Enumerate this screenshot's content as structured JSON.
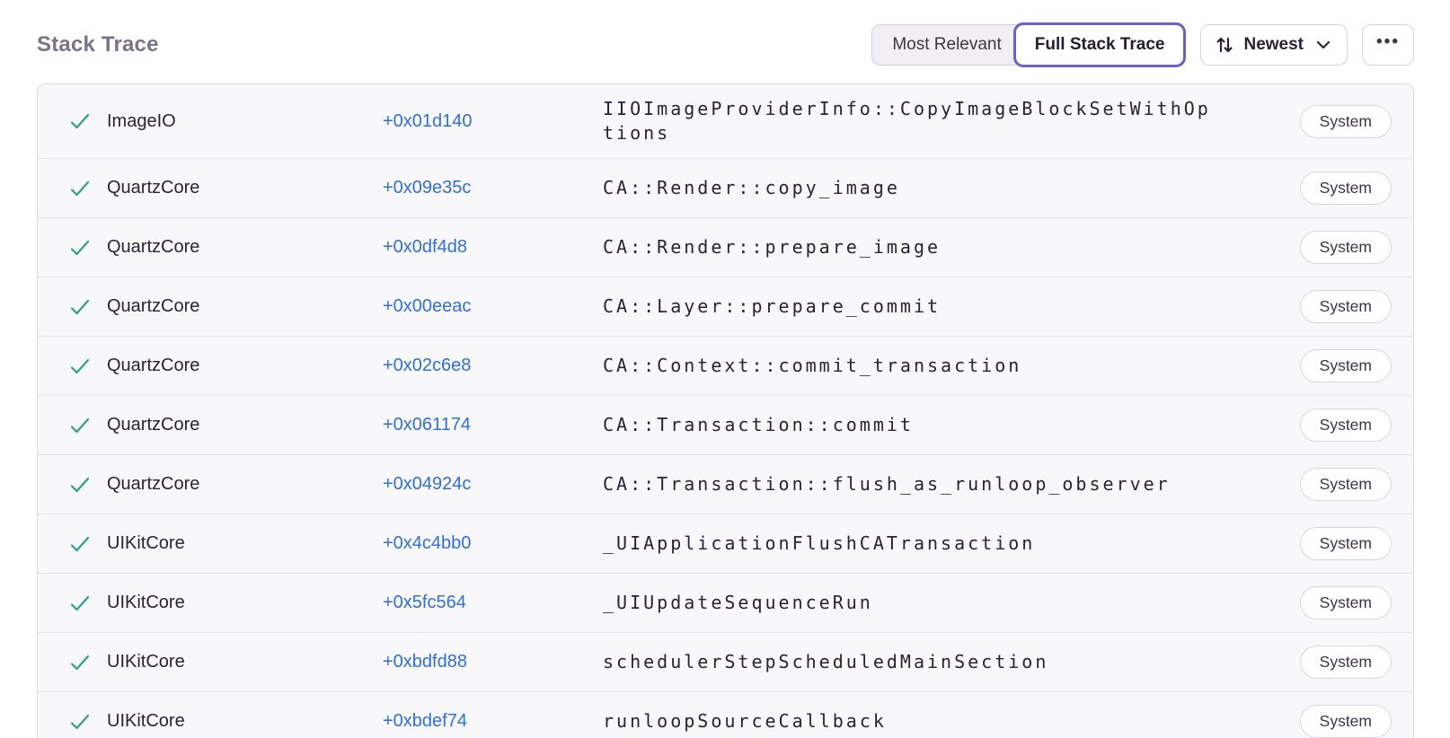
{
  "header": {
    "title": "Stack Trace",
    "view_toggle": {
      "most_relevant_label": "Most Relevant",
      "full_stack_trace_label": "Full Stack Trace",
      "selected": "Full Stack Trace"
    },
    "sort": {
      "label": "Newest"
    },
    "more_label": "•••"
  },
  "colors": {
    "accent_purple": "#6c5fc7",
    "link_blue": "#2f6fe0",
    "check_green": "#2ba185",
    "title_gray": "#7a7287",
    "row_bg": "#f8f7f9"
  },
  "stack_trace": {
    "badge_label": "System",
    "rows": [
      {
        "module": "ImageIO",
        "address": "+0x01d140",
        "function": "IIOImageProviderInfo::CopyImageBlockSetWithOptions",
        "badge": "System"
      },
      {
        "module": "QuartzCore",
        "address": "+0x09e35c",
        "function": "CA::Render::copy_image",
        "badge": "System"
      },
      {
        "module": "QuartzCore",
        "address": "+0x0df4d8",
        "function": "CA::Render::prepare_image",
        "badge": "System"
      },
      {
        "module": "QuartzCore",
        "address": "+0x00eeac",
        "function": "CA::Layer::prepare_commit",
        "badge": "System"
      },
      {
        "module": "QuartzCore",
        "address": "+0x02c6e8",
        "function": "CA::Context::commit_transaction",
        "badge": "System"
      },
      {
        "module": "QuartzCore",
        "address": "+0x061174",
        "function": "CA::Transaction::commit",
        "badge": "System"
      },
      {
        "module": "QuartzCore",
        "address": "+0x04924c",
        "function": "CA::Transaction::flush_as_runloop_observer",
        "badge": "System"
      },
      {
        "module": "UIKitCore",
        "address": "+0x4c4bb0",
        "function": "_UIApplicationFlushCATransaction",
        "badge": "System"
      },
      {
        "module": "UIKitCore",
        "address": "+0x5fc564",
        "function": "_UIUpdateSequenceRun",
        "badge": "System"
      },
      {
        "module": "UIKitCore",
        "address": "+0xbdfd88",
        "function": "schedulerStepScheduledMainSection",
        "badge": "System"
      },
      {
        "module": "UIKitCore",
        "address": "+0xbdef74",
        "function": "runloopSourceCallback",
        "badge": "System"
      }
    ]
  }
}
